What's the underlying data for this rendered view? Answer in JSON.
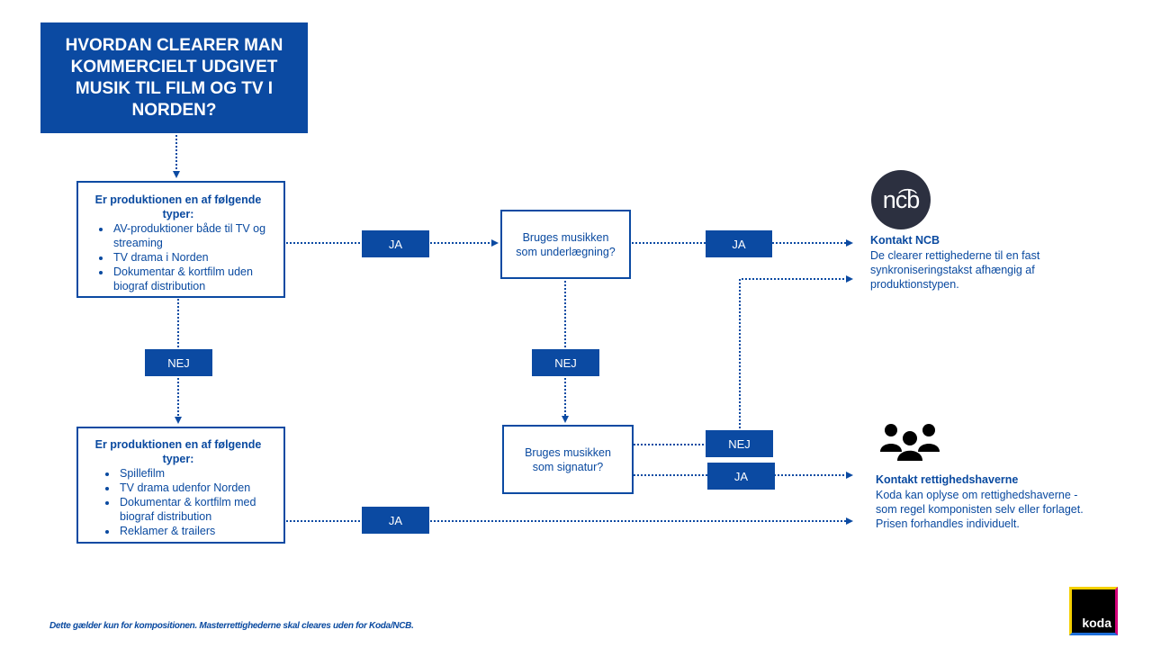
{
  "title": "HVORDAN CLEARER MAN KOMMERCIELT UDGIVET MUSIK TIL FILM OG TV I NORDEN?",
  "box_a": {
    "heading": "Er produktionen en af følgende typer:",
    "items": [
      "AV-produktioner både til TV og streaming",
      "TV drama i Norden",
      "Dokumentar & kortfilm uden biograf distribution"
    ]
  },
  "box_b": {
    "heading": "Er produktionen en af følgende typer:",
    "items": [
      "Spillefilm",
      "TV drama udenfor Norden",
      "Dokumentar & kortfilm med biograf distribution",
      "Reklamer & trailers"
    ]
  },
  "q_underlay": "Bruges musikken som underlægning?",
  "q_signature": "Bruges musikken som signatur?",
  "labels": {
    "ja_1": "JA",
    "ja_2": "JA",
    "ja_3": "JA",
    "ja_4": "JA",
    "nej_1": "NEJ",
    "nej_2": "NEJ",
    "nej_3": "NEJ"
  },
  "ncb": {
    "logo_text": "nc͡b",
    "title": "Kontakt NCB",
    "desc": "De clearer rettighederne til en fast synkroniseringstakst afhængig af produktionstypen."
  },
  "rights": {
    "icon": "people-group-icon",
    "title": "Kontakt rettighedshaverne",
    "desc": "Koda kan oplyse om rettighedshaverne - som regel komponisten selv eller forlaget. Prisen forhandles individuelt."
  },
  "footnote": "Dette gælder kun for kompositionen. Masterrettighederne skal cleares uden for Koda/NCB.",
  "koda_logo_text": "koda",
  "colors": {
    "primary": "#0b4aa2",
    "ncb_logo_bg": "#2c3040"
  }
}
